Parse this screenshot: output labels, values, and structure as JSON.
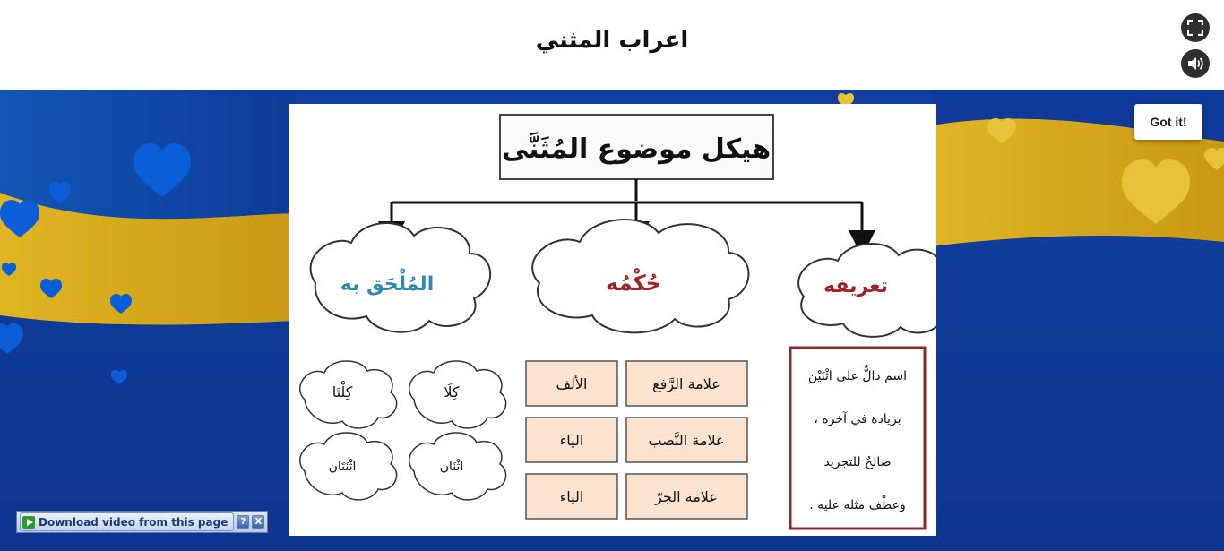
{
  "header": {
    "title": "اعراب المثني",
    "fullscreen_icon": "fullscreen-icon",
    "sound_icon": "speaker-icon"
  },
  "tooltip": {
    "got_it_label": "Got it!"
  },
  "slide": {
    "heading": "هيكل موضوع المُثَنَّى",
    "clouds": [
      "المُلْحَق به",
      "حُكْمُه",
      "تعريفه"
    ],
    "attached": [
      "كِلَا",
      "كِلْتَا",
      "اثْنَان",
      "اثْنَتَان"
    ],
    "rules": [
      {
        "label": "علامة الرَّفع",
        "value": "الألف"
      },
      {
        "label": "علامة النَّصب",
        "value": "الياء"
      },
      {
        "label": "علامة الجرّ",
        "value": "الياء"
      }
    ],
    "definition": [
      "اسم دالٌّ على اثْنَيْن",
      "بزيادة في آخره ،",
      "صالحٌ للتجريد",
      "وعطْف مثله عليه ."
    ]
  },
  "download_bar": {
    "label": "Download video from this page",
    "help": "?",
    "close": "X"
  },
  "colors": {
    "stage_blue": "#0f3a9a",
    "band_gold": "#d6a91c",
    "heart_blue": "#0b5ed8",
    "heart_gold": "#e6c13a"
  }
}
